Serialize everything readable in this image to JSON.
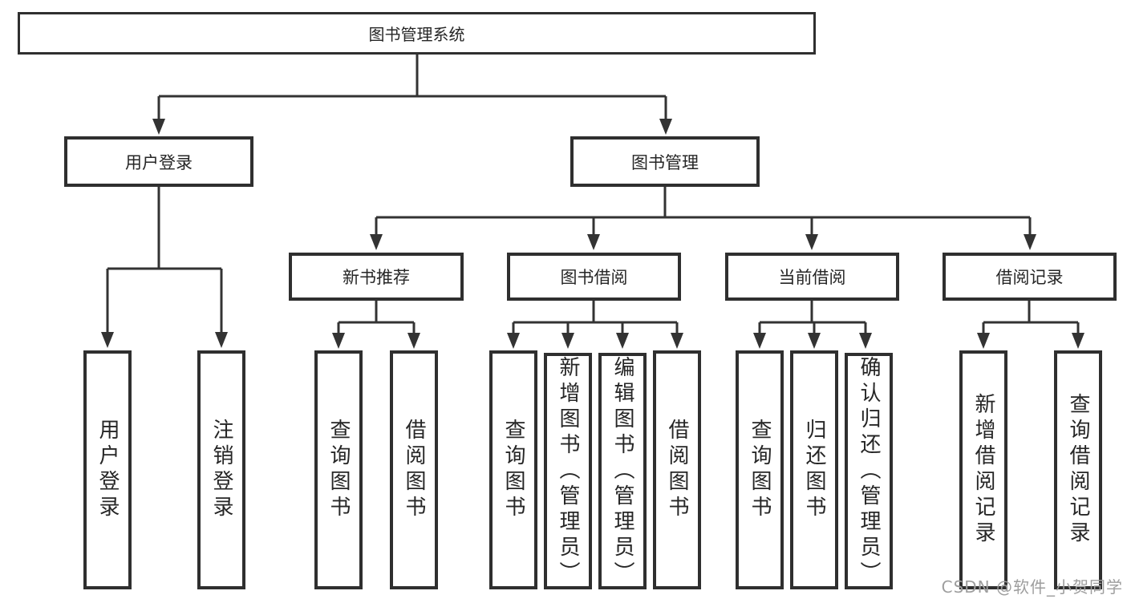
{
  "theme": {
    "bg_color": "#ffffff",
    "line_color": "#333333",
    "border_color": "#2f2f2f",
    "text_color": "#262626",
    "watermark_color": "#9e9e9e"
  },
  "diagram": {
    "root": {
      "label": "图书管理系统"
    },
    "level2": [
      {
        "label": "用户登录",
        "parent": "图书管理系统"
      },
      {
        "label": "图书管理",
        "parent": "图书管理系统"
      }
    ],
    "level3": [
      {
        "label": "新书推荐",
        "parent": "图书管理"
      },
      {
        "label": "图书借阅",
        "parent": "图书管理"
      },
      {
        "label": "当前借阅",
        "parent": "图书管理"
      },
      {
        "label": "借阅记录",
        "parent": "图书管理"
      }
    ],
    "leaves": [
      {
        "label": "用户登录",
        "parent": "用户登录"
      },
      {
        "label": "注销登录",
        "parent": "用户登录"
      },
      {
        "label": "查询图书",
        "parent": "新书推荐"
      },
      {
        "label": "借阅图书",
        "parent": "新书推荐"
      },
      {
        "label": "查询图书",
        "parent": "图书借阅"
      },
      {
        "label": "新增图书（管理员）",
        "parent": "图书借阅"
      },
      {
        "label": "编辑图书（管理员）",
        "parent": "图书借阅"
      },
      {
        "label": "借阅图书",
        "parent": "图书借阅"
      },
      {
        "label": "查询图书",
        "parent": "当前借阅"
      },
      {
        "label": "归还图书",
        "parent": "当前借阅"
      },
      {
        "label": "确认归还（管理员）",
        "parent": "当前借阅"
      },
      {
        "label": "新增借阅记录",
        "parent": "借阅记录"
      },
      {
        "label": "查询借阅记录",
        "parent": "借阅记录"
      }
    ]
  },
  "watermark": {
    "text": "CSDN @软件_小贺同学"
  }
}
